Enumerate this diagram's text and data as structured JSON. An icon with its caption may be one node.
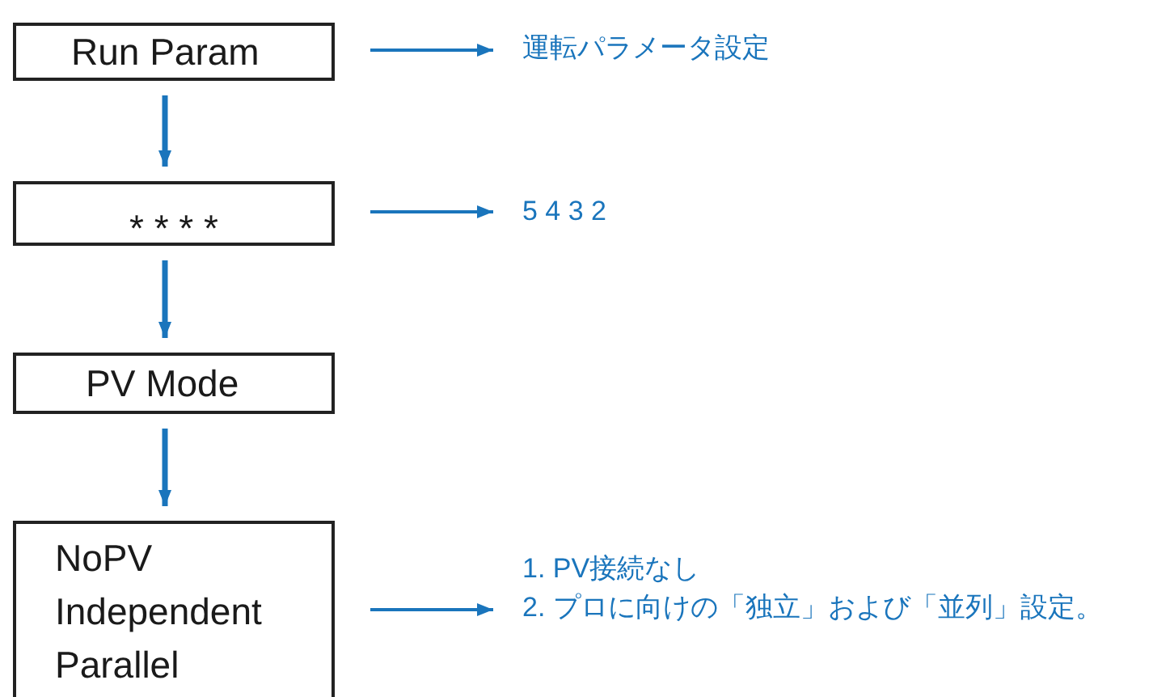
{
  "diagram": {
    "nodes": [
      {
        "text": [
          "Run Param"
        ]
      },
      {
        "text": [
          "* * * *"
        ]
      },
      {
        "text": [
          "PV Mode"
        ]
      },
      {
        "text": [
          "NoPV",
          "Independent",
          "Parallel"
        ]
      },
      {
        "text": [
          "運転パラメータ設定"
        ]
      },
      {
        "text": [
          "5   4   3   2"
        ]
      },
      {
        "text": [
          "1. PV接続なし",
          "2. プロに向けの「独立」および「並列」設定。"
        ]
      }
    ],
    "edges": [
      {
        "from": 0,
        "to": 1,
        "arrow": "to"
      },
      {
        "from": 1,
        "to": 2,
        "arrow": "to"
      },
      {
        "from": 2,
        "to": 3,
        "arrow": "to"
      },
      {
        "from": 0,
        "to": 4,
        "arrow": "to"
      },
      {
        "from": 1,
        "to": 5,
        "arrow": "to"
      },
      {
        "from": 3,
        "to": 6,
        "arrow": "to"
      }
    ]
  }
}
